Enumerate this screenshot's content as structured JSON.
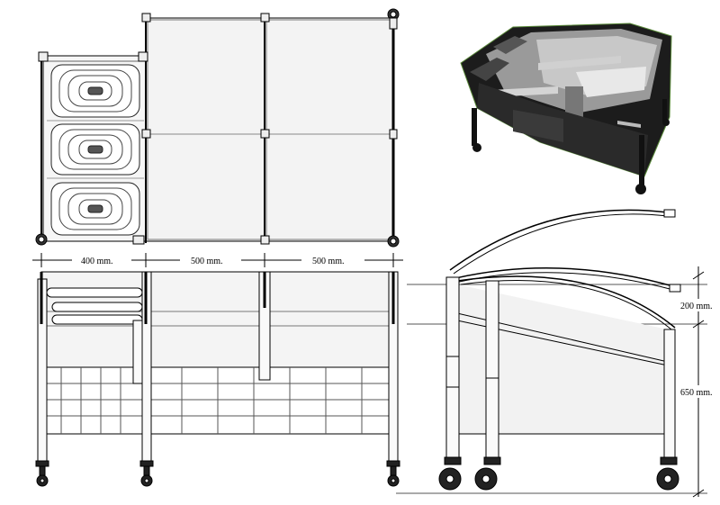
{
  "drawing": {
    "dimensions": {
      "width_left_bin": "400 mm.",
      "width_mid_bin": "500 mm.",
      "width_right_bin": "500 mm.",
      "lid_rise": "200 mm.",
      "body_height": "650 mm."
    }
  },
  "colors": {
    "line": "#000000",
    "panel_fill": "#f1f1f1",
    "render_dark": "#1c1c1c",
    "render_steel": "#9a9a9a"
  }
}
